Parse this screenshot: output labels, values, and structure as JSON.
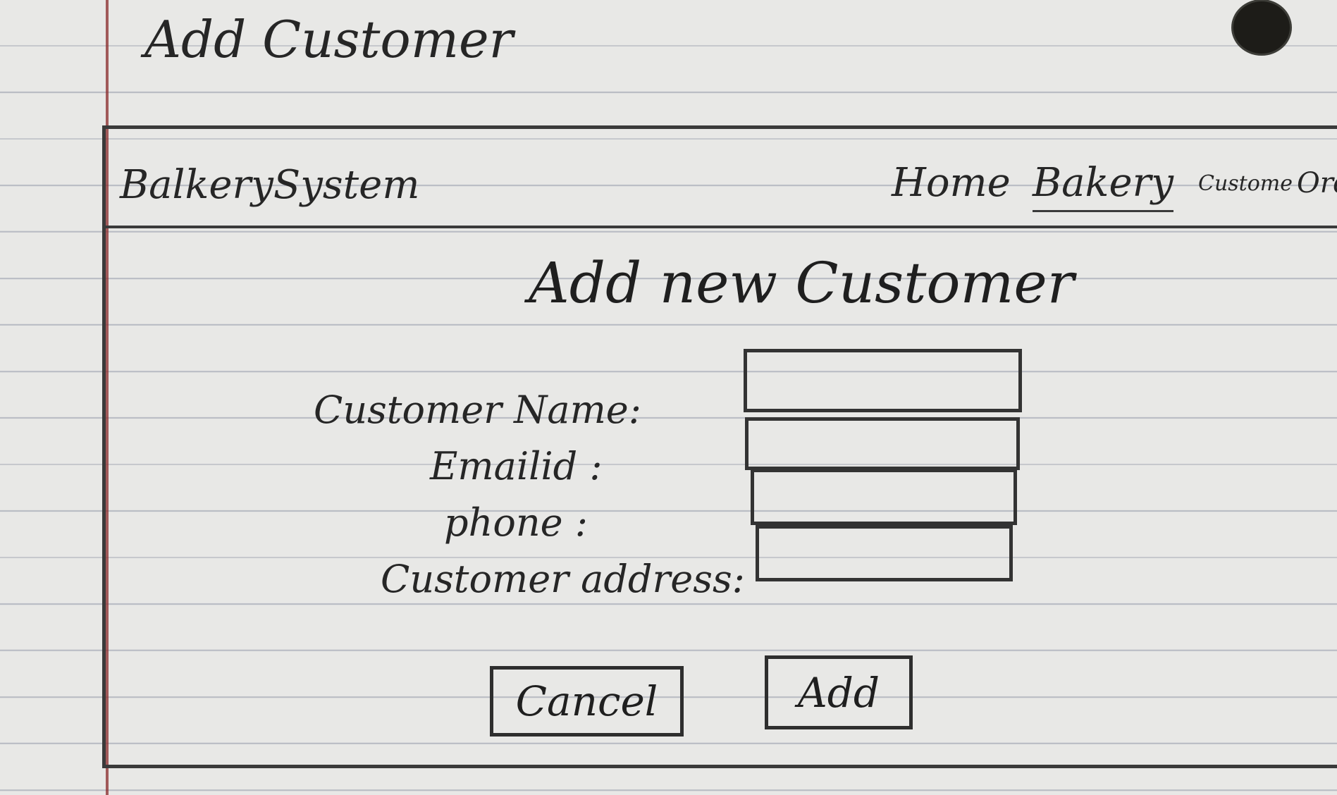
{
  "sheet_title": "Add Customer",
  "app": {
    "brand": "BalkerySystem"
  },
  "nav": {
    "home": "Home",
    "bakery": "Bakery",
    "customer": "Custome",
    "order": "Order"
  },
  "form": {
    "heading": "Add new Customer",
    "fields": {
      "name": {
        "label": "Customer Name:",
        "value": "",
        "placeholder": ""
      },
      "email": {
        "label": "Emailid :",
        "value": "",
        "placeholder": ""
      },
      "phone": {
        "label": "phone :",
        "value": "",
        "placeholder": ""
      },
      "address": {
        "label": "Customer address:",
        "value": "",
        "placeholder": ""
      }
    },
    "buttons": {
      "cancel": "Cancel",
      "add": "Add"
    }
  }
}
